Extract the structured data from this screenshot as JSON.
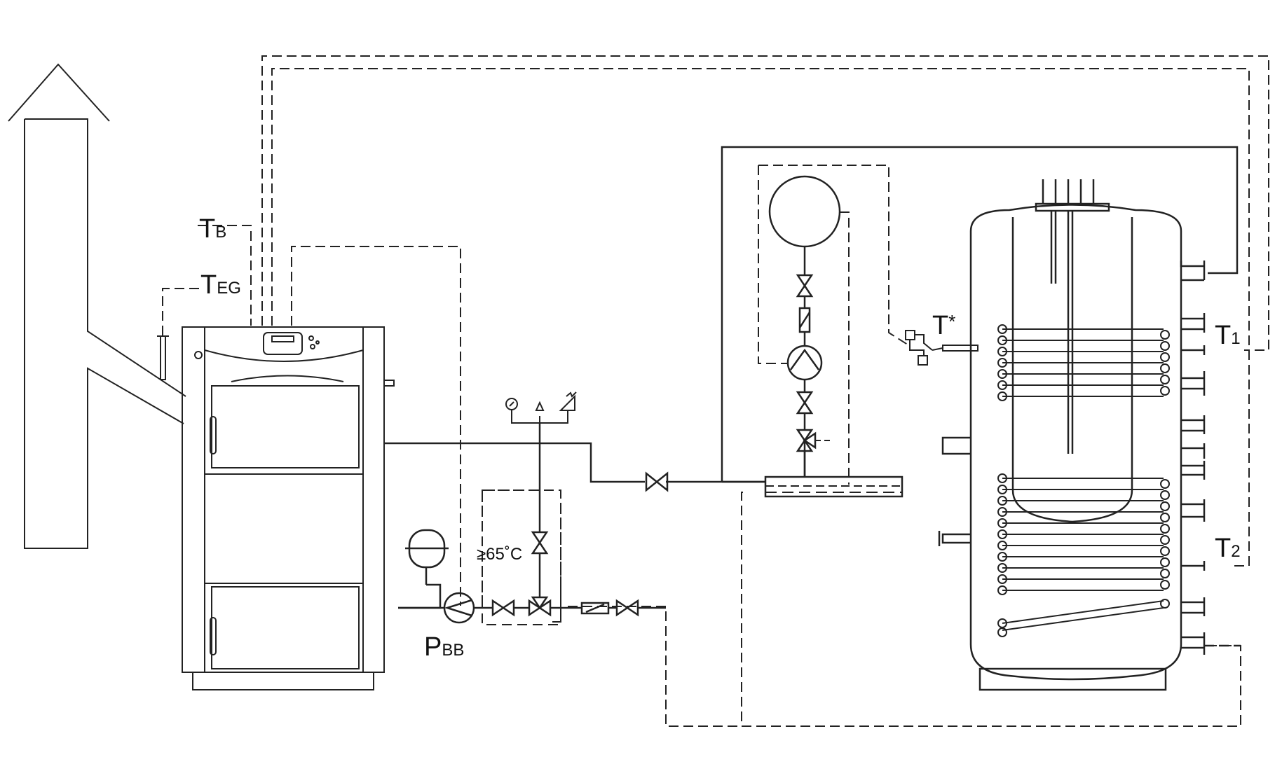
{
  "labels": {
    "tb": {
      "main": "T",
      "sub": "B"
    },
    "teg": {
      "main": "T",
      "sub": "EG"
    },
    "tstar": {
      "main": "T",
      "sup": "*"
    },
    "t1": {
      "main": "T",
      "sub": "1"
    },
    "t2": {
      "main": "T",
      "sub": "2"
    },
    "pbb": {
      "main": "P",
      "sub": "BB"
    },
    "temp_limit": "≥65˚C"
  }
}
